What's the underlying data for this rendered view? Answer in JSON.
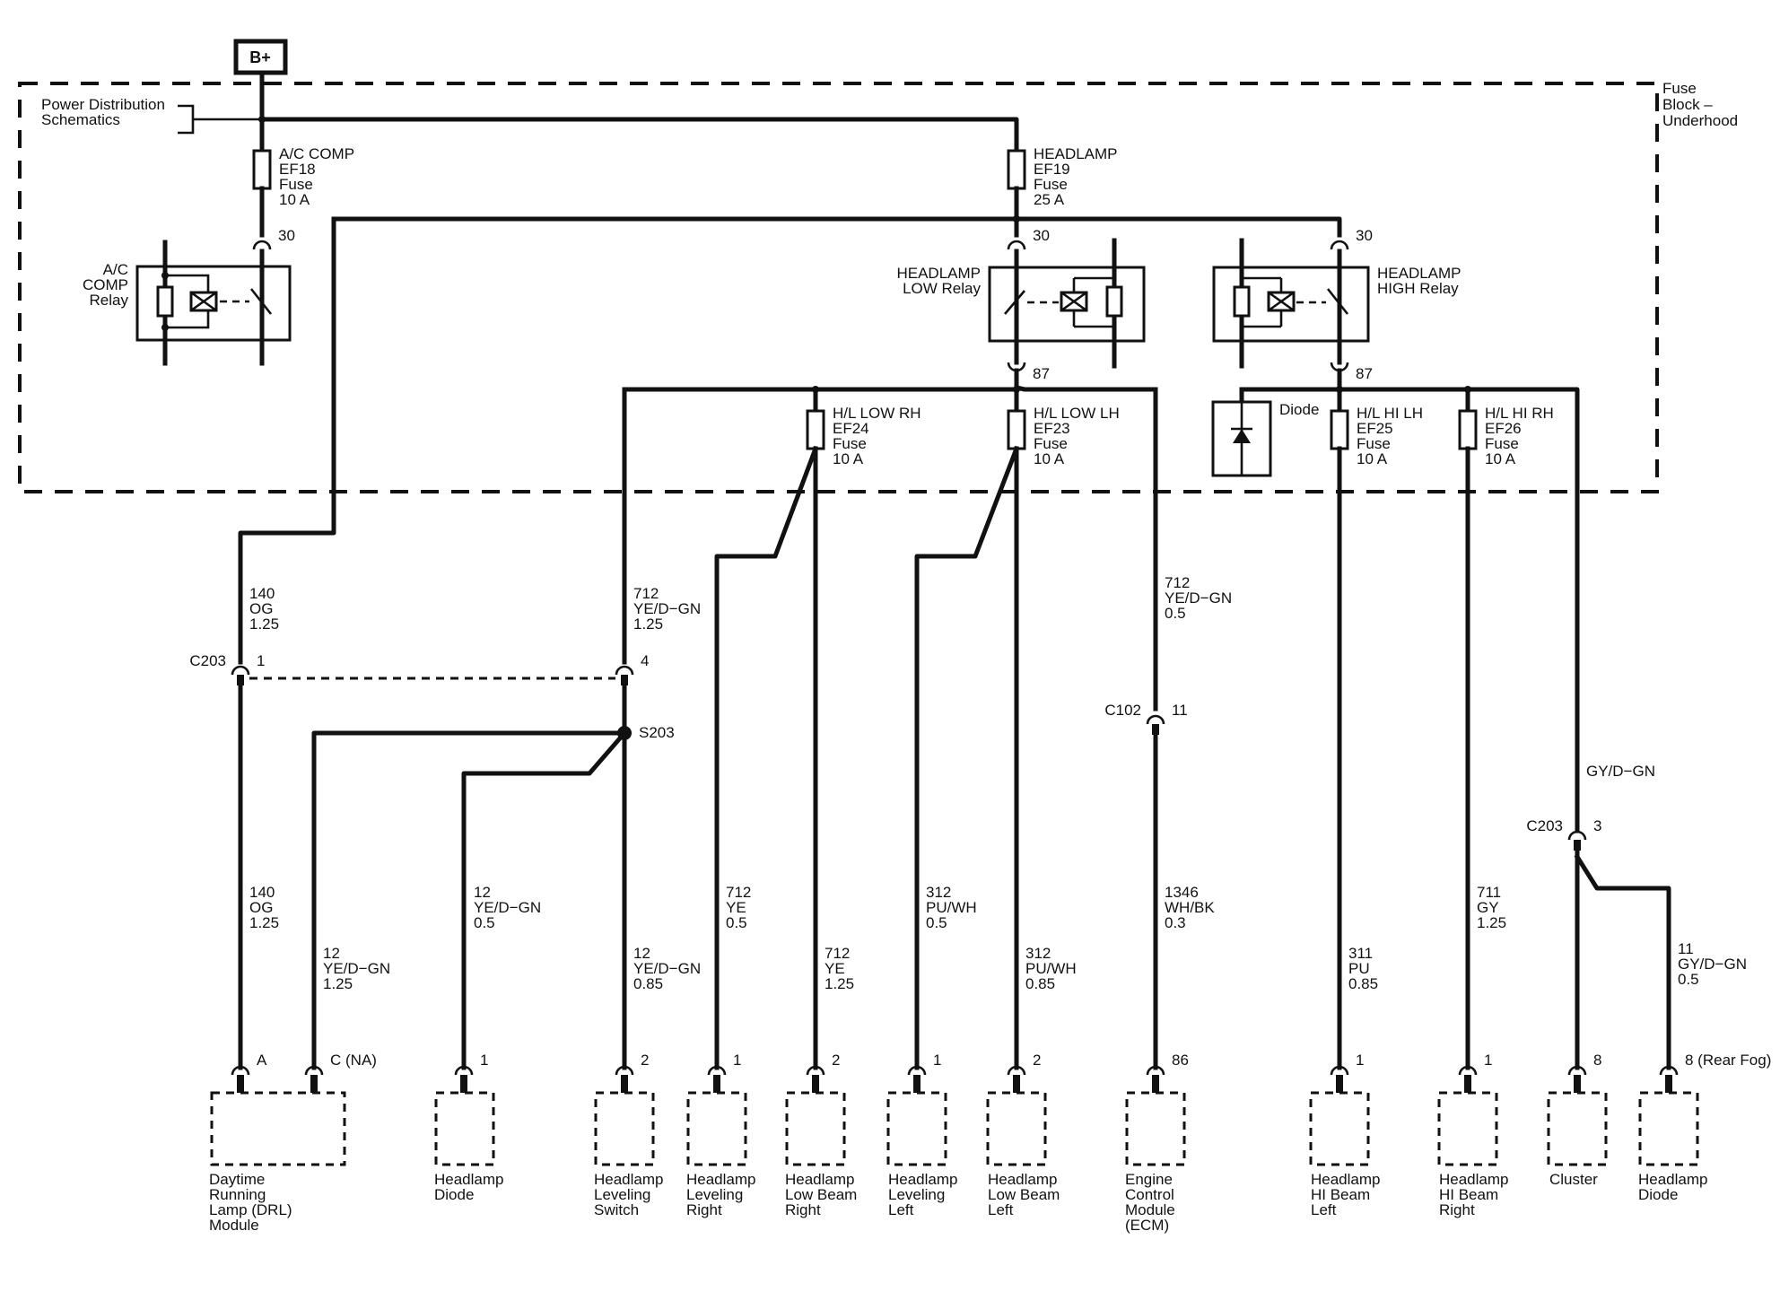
{
  "bplus": "B+",
  "block": {
    "line1": "Fuse",
    "line2": "Block –",
    "line3": "Underhood"
  },
  "power_dist": {
    "line1": "Power Distribution",
    "line2": "Schematics"
  },
  "fuses": {
    "ef18": [
      "A/C COMP",
      "EF18",
      "Fuse",
      "10 A"
    ],
    "ef19": [
      "HEADLAMP",
      "EF19",
      "Fuse",
      "25 A"
    ],
    "ef24": [
      "H/L LOW RH",
      "EF24",
      "Fuse",
      "10 A"
    ],
    "ef23": [
      "H/L LOW LH",
      "EF23",
      "Fuse",
      "10 A"
    ],
    "ef25": [
      "H/L HI LH",
      "EF25",
      "Fuse",
      "10 A"
    ],
    "ef26": [
      "H/L HI RH",
      "EF26",
      "Fuse",
      "10 A"
    ]
  },
  "relays": {
    "ac": [
      "A/C",
      "COMP",
      "Relay"
    ],
    "low": [
      "HEADLAMP",
      "LOW Relay"
    ],
    "high": [
      "HEADLAMP",
      "HIGH Relay"
    ],
    "pin30": "30",
    "pin87": "87"
  },
  "diode_label": "Diode",
  "wires": {
    "w140a": [
      "140",
      "OG",
      "1.25"
    ],
    "w712a": [
      "712",
      "YE/D−GN",
      "1.25"
    ],
    "w712ecm": [
      "712",
      "YE/D−GN",
      "0.5"
    ],
    "w140b": [
      "140",
      "OG",
      "1.25"
    ],
    "w12a": [
      "12",
      "YE/D−GN",
      "1.25"
    ],
    "w12b": [
      "12",
      "YE/D−GN",
      "0.5"
    ],
    "w12c": [
      "12",
      "YE/D−GN",
      "0.85"
    ],
    "w712b": [
      "712",
      "YE",
      "0.5"
    ],
    "w712c": [
      "712",
      "YE",
      "1.25"
    ],
    "w312a": [
      "312",
      "PU/WH",
      "0.5"
    ],
    "w312b": [
      "312",
      "PU/WH",
      "0.85"
    ],
    "w1346": [
      "1346",
      "WH/BK",
      "0.3"
    ],
    "w311": [
      "311",
      "PU",
      "0.85"
    ],
    "w711": [
      "711",
      "GY",
      "1.25"
    ],
    "w11": [
      "11",
      "GY/D−GN",
      "0.5"
    ],
    "gydgn": "GY/D−GN"
  },
  "connectors": {
    "c203a": "C203",
    "c203a_p1": "1",
    "c203a_p4": "4",
    "s203": "S203",
    "c102": "C102",
    "c102_p": "11",
    "c203b": "C203",
    "c203b_p": "3"
  },
  "pins": [
    "A",
    "C (NA)",
    "1",
    "2",
    "1",
    "2",
    "1",
    "2",
    "86",
    "1",
    "1",
    "8",
    "8 (Rear Fog)"
  ],
  "components": {
    "drl": [
      "Daytime",
      "Running",
      "Lamp (DRL)",
      "Module"
    ],
    "hldiode1": [
      "Headlamp",
      "Diode"
    ],
    "levsw": [
      "Headlamp",
      "Leveling",
      "Switch"
    ],
    "levr": [
      "Headlamp",
      "Leveling",
      "Right"
    ],
    "lowr": [
      "Headlamp",
      "Low Beam",
      "Right"
    ],
    "levl": [
      "Headlamp",
      "Leveling",
      "Left"
    ],
    "lowl": [
      "Headlamp",
      "Low Beam",
      "Left"
    ],
    "ecm": [
      "Engine",
      "Control",
      "Module",
      "(ECM)"
    ],
    "hil": [
      "Headlamp",
      "HI Beam",
      "Left"
    ],
    "hir": [
      "Headlamp",
      "HI Beam",
      "Right"
    ],
    "cluster": [
      "Cluster"
    ],
    "hldiode2": [
      "Headlamp",
      "Diode"
    ]
  }
}
